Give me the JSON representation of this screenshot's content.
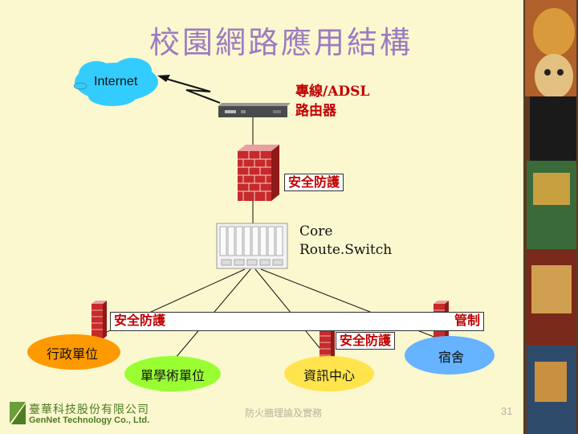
{
  "title": "校園網路應用結構",
  "nodes": {
    "internet": "Internet",
    "router_line1": "專線/ADSL",
    "router_line2": "路由器",
    "firewall_top": "安全防護",
    "core_line1": "Core",
    "core_line2": "Route.Switch",
    "firewall_left": "安全防護",
    "control_right": "管制",
    "firewall_center": "安全防護",
    "admin_unit": "行政單位",
    "academic_unit": "單學術單位",
    "info_center": "資訊中心",
    "dormitory": "宿舍"
  },
  "footer": {
    "company_cn": "臺華科技股份有限公司",
    "company_en": "GenNet Technology Co., Ltd.",
    "center_text": "防火牆理論及實務",
    "page_number": "31"
  },
  "colors": {
    "title": "#9b7cc0",
    "cloud": "#33ccff",
    "firewall_red": "#c00000",
    "admin_ellipse": "#ff9900",
    "academic_ellipse": "#99ff33",
    "info_ellipse": "#ffe44d",
    "dorm_ellipse": "#66b3ff"
  }
}
